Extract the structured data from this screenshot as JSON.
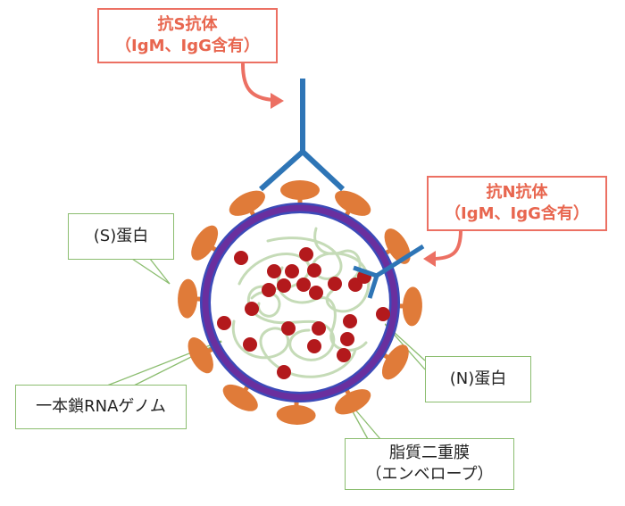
{
  "labels": {
    "anti_s": {
      "line1": "抗S抗体",
      "line2": "（IgM、IgG含有）"
    },
    "anti_n": {
      "line1": "抗N抗体",
      "line2": "（IgM、IgG含有）"
    },
    "s_protein": "(S)蛋白",
    "n_protein": "(N)蛋白",
    "rna_genome": "一本鎖RNAゲノム",
    "envelope": {
      "line1": "脂質二重膜",
      "line2": "（エンベロープ）"
    }
  },
  "colors": {
    "label_red": "#e8664f",
    "label_border_green": "#8bbd6f",
    "antibody_blue": "#2e75b6",
    "spike_orange": "#e07b39",
    "membrane_purple": "#6a2f9e",
    "membrane_blue": "#3c4ab8",
    "n_protein_red": "#b3191c",
    "rna_green": "#c5dbb7"
  }
}
